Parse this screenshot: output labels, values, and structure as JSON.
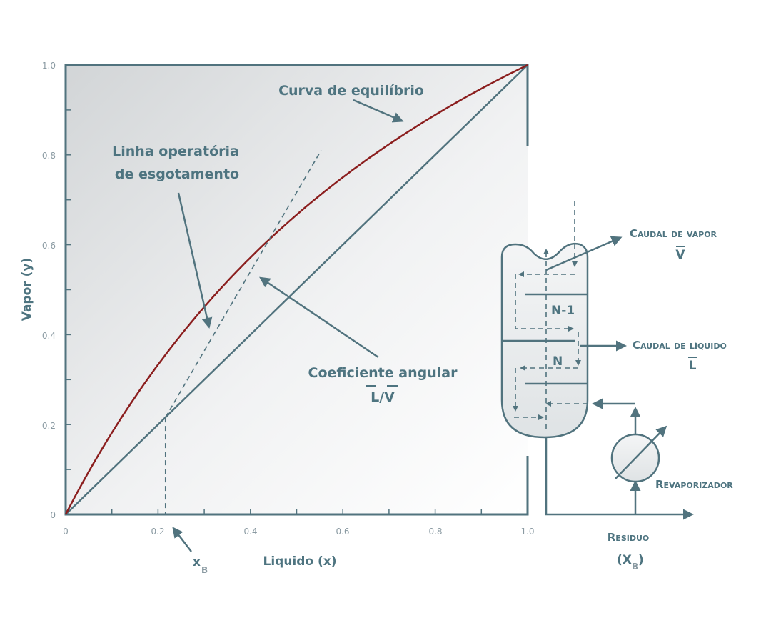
{
  "colors": {
    "teal": "#51737e",
    "equilibrium": "#8b1e1e",
    "tick": "#8a9aa2"
  },
  "chart_data": {
    "type": "line",
    "xlabel": "Liquido (x)",
    "ylabel": "Vapor (y)",
    "xlim": [
      0,
      1.0
    ],
    "ylim": [
      0,
      1.0
    ],
    "x_ticks": [
      "0",
      "0.2",
      "0.4",
      "0.6",
      "0.8",
      "1.0"
    ],
    "y_ticks": [
      "0",
      "0.2",
      "0.4",
      "0.6",
      "0.8",
      "1.0"
    ],
    "relative_volatility": 2.0,
    "series": [
      {
        "name": "Curva de equilíbrio",
        "x": [
          0,
          0.05,
          0.1,
          0.15,
          0.2,
          0.25,
          0.3,
          0.35,
          0.4,
          0.45,
          0.5,
          0.55,
          0.6,
          0.65,
          0.7,
          0.75,
          0.8,
          0.85,
          0.9,
          0.95,
          1.0
        ],
        "y": [
          0,
          0.095,
          0.182,
          0.261,
          0.333,
          0.4,
          0.462,
          0.519,
          0.571,
          0.621,
          0.667,
          0.71,
          0.75,
          0.788,
          0.824,
          0.857,
          0.889,
          0.919,
          0.947,
          0.974,
          1.0
        ]
      },
      {
        "name": "Diagonal",
        "x": [
          0,
          1.0
        ],
        "y": [
          0,
          1.0
        ]
      },
      {
        "name": "Linha operatória de esgotamento",
        "x": [
          0.216,
          0.553
        ],
        "y": [
          0.216,
          0.81
        ]
      }
    ],
    "xB": 0.216
  },
  "annotations": {
    "equilibrium": "Curva de equilíbrio",
    "operating_line_1": "Linha operatória",
    "operating_line_2": "de esgotamento",
    "slope_1": "Coeficiente angular",
    "slope_2": "L/V",
    "xb": "x",
    "xb_sub": "B"
  },
  "column": {
    "vapor_flow": "Caudal de vapor",
    "vapor_symbol": "V",
    "liquid_flow": "Caudal de líquido",
    "liquid_symbol": "L",
    "stage_upper": "N-1",
    "stage_lower": "N",
    "reboiler": "Revaporizador",
    "residue": "Resíduo",
    "residue_symbol": "(X",
    "residue_sub": "B",
    "residue_close": ")"
  }
}
